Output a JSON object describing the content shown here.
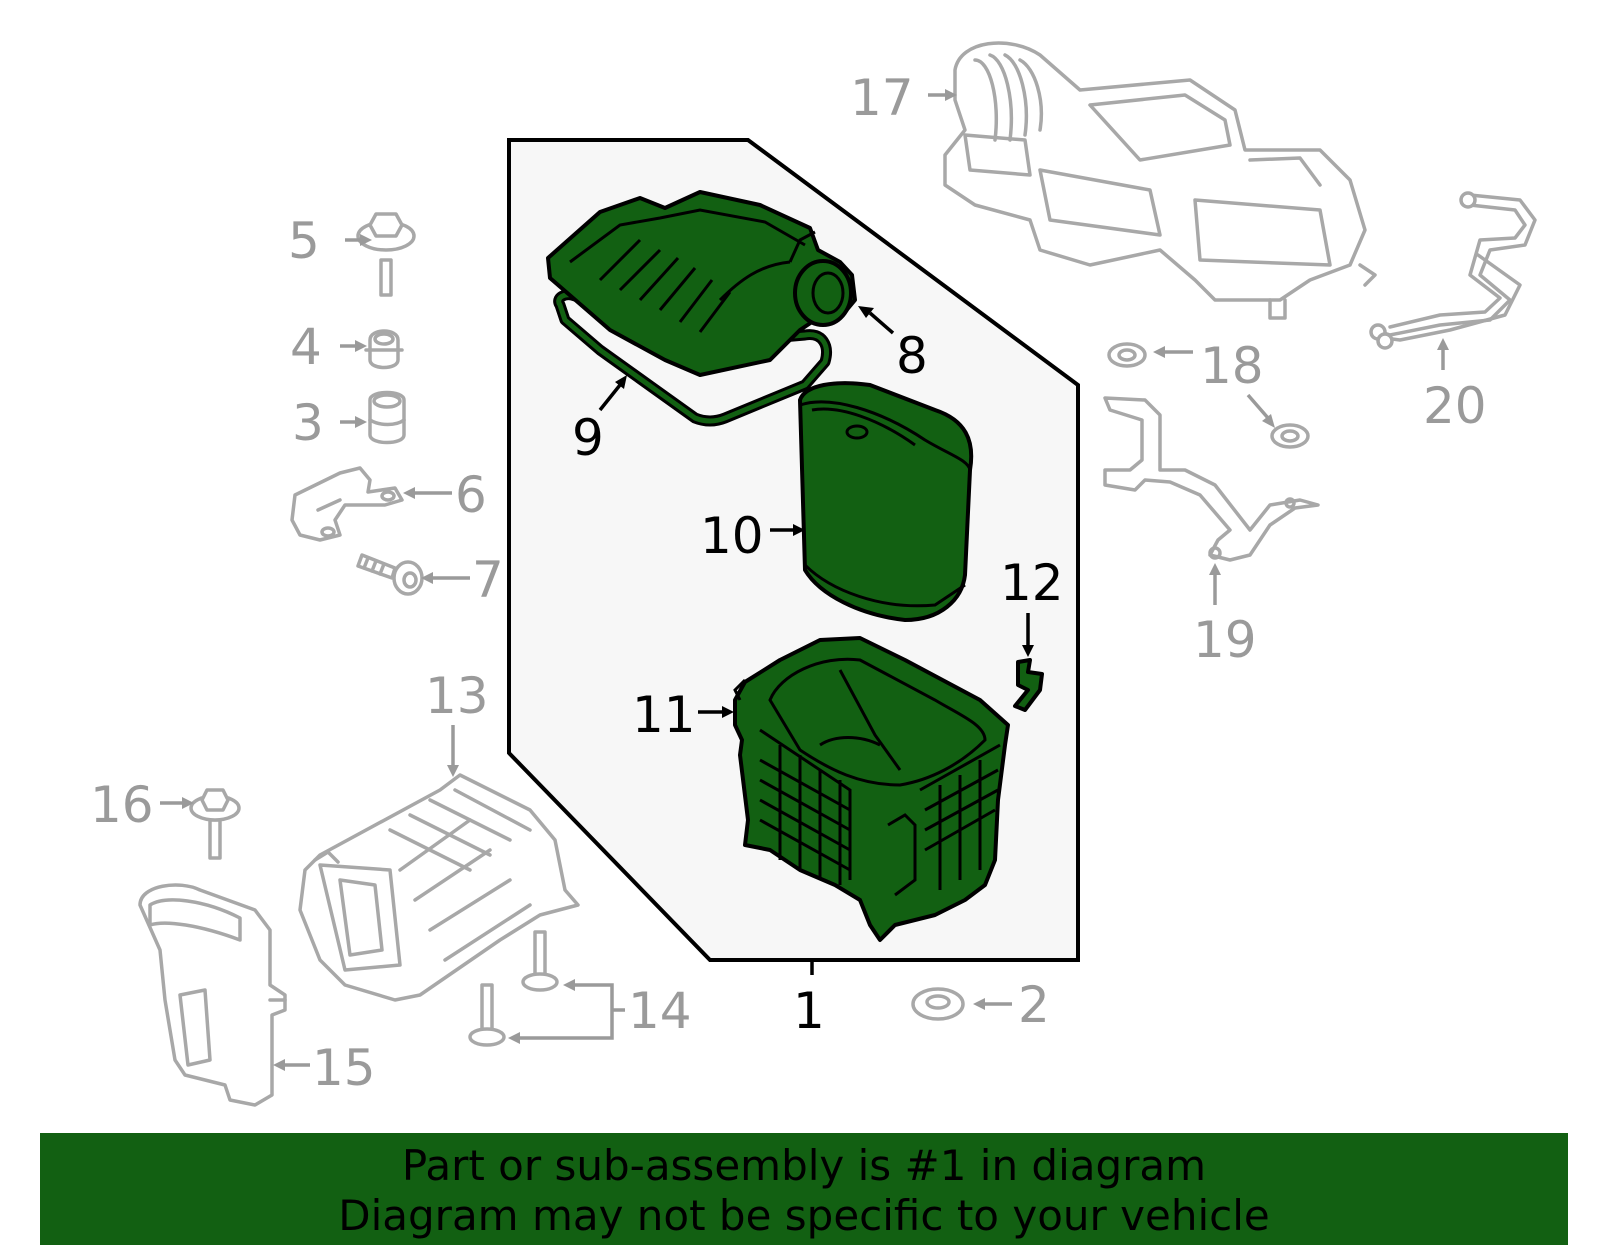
{
  "callouts": {
    "c1": "1",
    "c2": "2",
    "c3": "3",
    "c4": "4",
    "c5": "5",
    "c6": "6",
    "c7": "7",
    "c8": "8",
    "c9": "9",
    "c10": "10",
    "c11": "11",
    "c12": "12",
    "c13": "13",
    "c14": "14",
    "c15": "15",
    "c16": "16",
    "c17": "17",
    "c18": "18",
    "c19": "19",
    "c20": "20"
  },
  "banner": {
    "line1": "Part or sub-assembly is #1 in diagram",
    "line2": "Diagram may not be specific to your vehicle"
  },
  "colors": {
    "highlight": "#126012",
    "panel": "#f7f7f7",
    "inactive_parts": "#a8a8a8"
  },
  "icons": {
    "air-cleaner-cover": "air-cleaner-cover-icon",
    "filter-element": "air-filter-element-icon",
    "air-box-lower": "air-box-housing-icon",
    "intake-duct": "intake-duct-icon"
  }
}
